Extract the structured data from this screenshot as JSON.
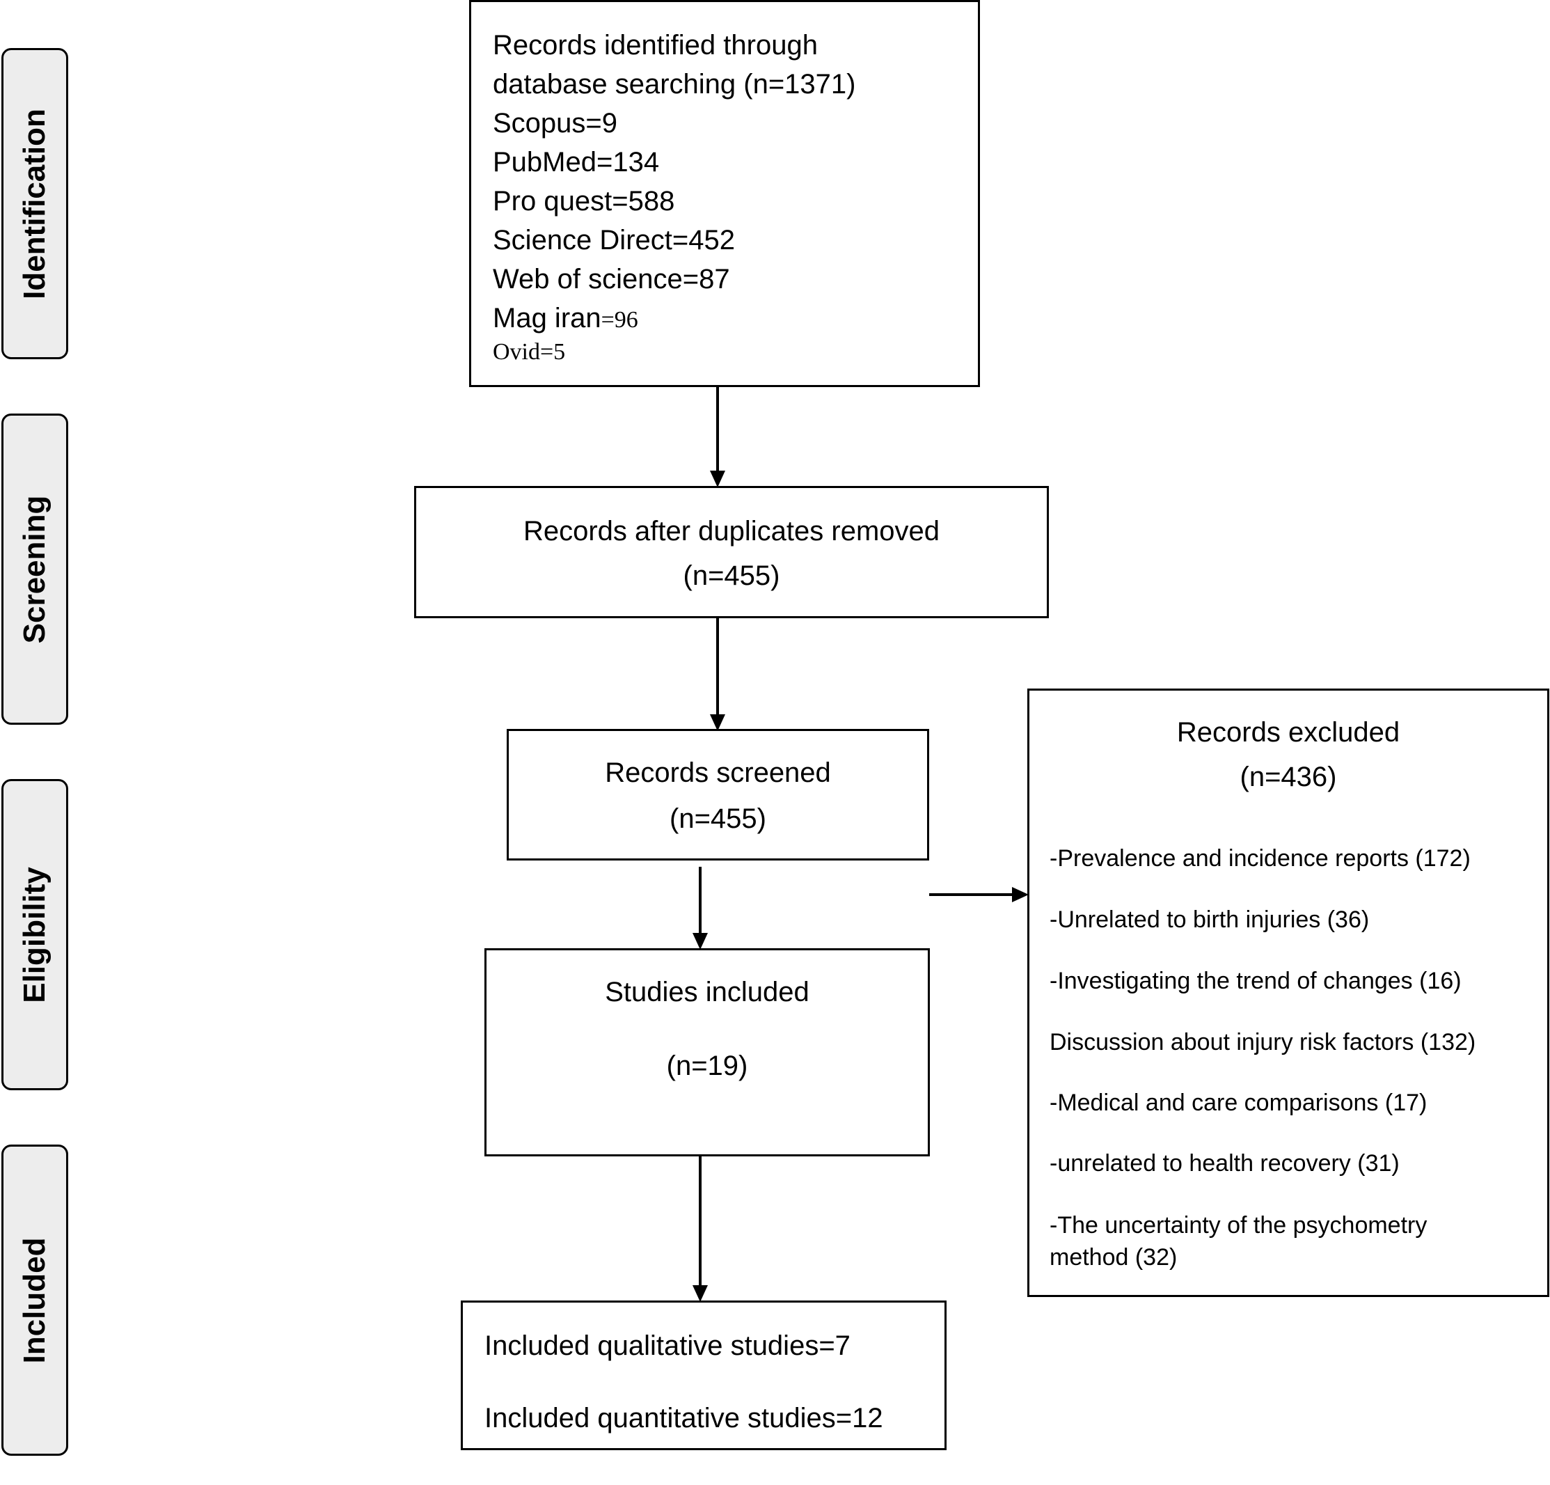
{
  "phases": {
    "identification": "Identification",
    "screening": "Screening",
    "eligibility": "Eligibility",
    "included": "Included"
  },
  "identified": {
    "line1": "Records identified through",
    "line2": "database searching (n=1371)",
    "scopus": "Scopus=9",
    "pubmed": "PubMed=134",
    "proquest": "Pro quest=588",
    "sciencedirect": "Science Direct=452",
    "webofscience": "Web of science=87",
    "magiran_label": "Mag iran",
    "magiran_value": "=96",
    "ovid": "Ovid=5"
  },
  "duplicates": {
    "title": "Records after duplicates removed",
    "count": "(n=455)"
  },
  "screened": {
    "title": "Records screened",
    "count": "(n=455)"
  },
  "studies_included": {
    "title": "Studies included",
    "count": "(n=19)"
  },
  "final": {
    "qualitative": "Included qualitative studies=7",
    "quantitative": "Included quantitative studies=12"
  },
  "excluded": {
    "title": "Records excluded",
    "count": "(n=436)",
    "reasons": [
      "-Prevalence and incidence reports (172)",
      "-Unrelated to birth injuries (36)",
      "-Investigating the trend of changes (16)",
      "Discussion about injury risk factors (132)",
      "-Medical and care comparisons (17)",
      "-unrelated to health recovery (31)",
      "-The uncertainty of the psychometry",
      "method (32)"
    ]
  }
}
